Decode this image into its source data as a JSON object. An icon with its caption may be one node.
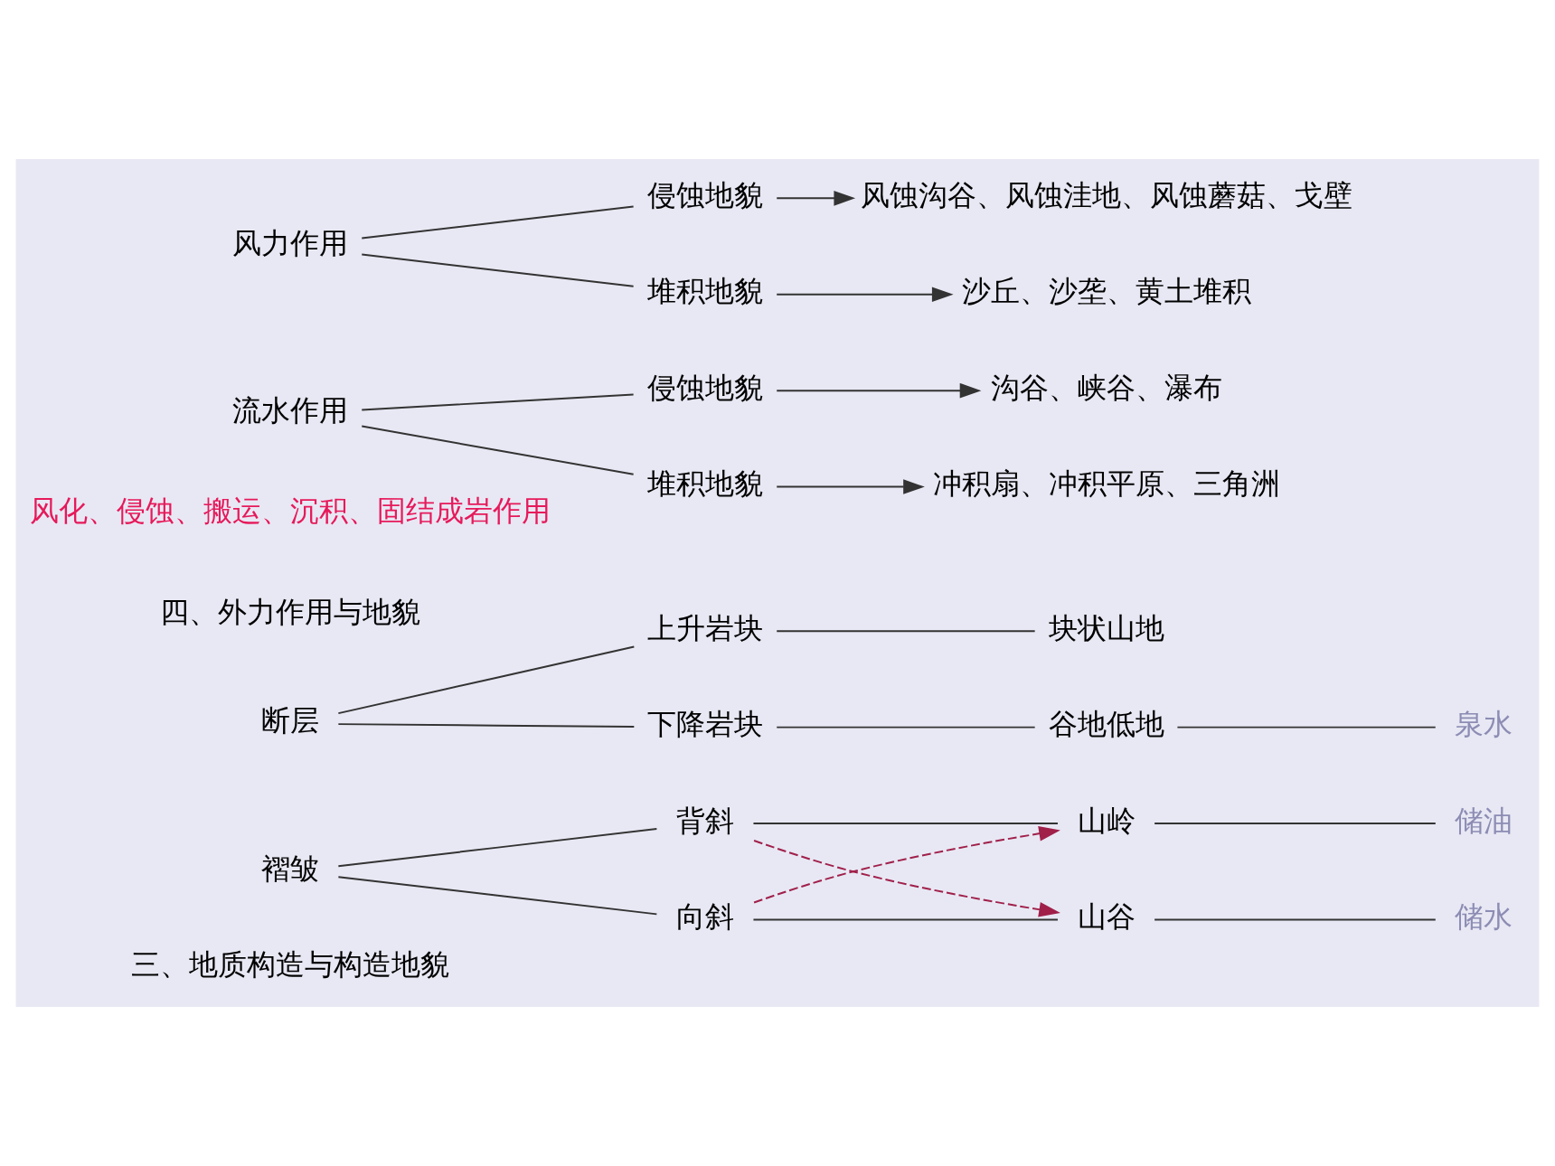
{
  "diagram": {
    "nodes": [
      {
        "text": [
          "褶皱"
        ]
      },
      {
        "text": [
          "背斜"
        ]
      },
      {
        "text": [
          "向斜"
        ]
      },
      {
        "text": [
          "山岭"
        ]
      },
      {
        "text": [
          "山谷"
        ]
      },
      {
        "text": [
          "储油"
        ]
      },
      {
        "text": [
          "储水"
        ]
      },
      {
        "text": [
          "断层"
        ]
      },
      {
        "text": [
          "上升岩块"
        ]
      },
      {
        "text": [
          "下降岩块"
        ]
      },
      {
        "text": [
          "块状山地"
        ]
      },
      {
        "text": [
          "谷地低地"
        ]
      },
      {
        "text": [
          "泉水"
        ]
      },
      {
        "text": [
          "流水作用"
        ]
      },
      {
        "text": [
          "侵蚀地貌"
        ]
      },
      {
        "text": [
          "堆积地貌"
        ]
      },
      {
        "text": [
          "沟谷、峡谷、瀑布"
        ]
      },
      {
        "text": [
          "冲积扇、冲积平原、三角洲"
        ]
      },
      {
        "text": [
          "风力作用"
        ]
      },
      {
        "text": [
          "侵蚀地貌"
        ]
      },
      {
        "text": [
          "堆积地貌"
        ]
      },
      {
        "text": [
          "风蚀沟谷、风蚀洼地、风蚀蘑菇、戈壁"
        ]
      },
      {
        "text": [
          "沙丘、沙垄、黄土堆积"
        ]
      }
    ],
    "edges": [
      {
        "from": 0,
        "to": 1,
        "arrow": "none"
      },
      {
        "from": 0,
        "to": 2,
        "arrow": "none"
      },
      {
        "from": 1,
        "to": 3,
        "arrow": "none"
      },
      {
        "from": 2,
        "to": 4,
        "arrow": "none"
      },
      {
        "from": 1,
        "to": 4,
        "arrow": "to",
        "style": "dashed",
        "color": "#a0204a"
      },
      {
        "from": 2,
        "to": 3,
        "arrow": "to",
        "style": "dashed",
        "color": "#a0204a"
      },
      {
        "from": 3,
        "to": 5,
        "arrow": "none"
      },
      {
        "from": 4,
        "to": 6,
        "arrow": "none"
      },
      {
        "from": 7,
        "to": 8,
        "arrow": "none"
      },
      {
        "from": 7,
        "to": 9,
        "arrow": "none"
      },
      {
        "from": 8,
        "to": 10,
        "arrow": "none"
      },
      {
        "from": 9,
        "to": 11,
        "arrow": "none"
      },
      {
        "from": 11,
        "to": 12,
        "arrow": "none"
      },
      {
        "from": 13,
        "to": 14,
        "arrow": "none"
      },
      {
        "from": 13,
        "to": 15,
        "arrow": "none"
      },
      {
        "from": 14,
        "to": 16,
        "arrow": "to"
      },
      {
        "from": 15,
        "to": 17,
        "arrow": "to"
      },
      {
        "from": 18,
        "to": 19,
        "arrow": "none"
      },
      {
        "from": 18,
        "to": 20,
        "arrow": "none"
      },
      {
        "from": 19,
        "to": 21,
        "arrow": "to"
      },
      {
        "from": 20,
        "to": 22,
        "arrow": "to"
      }
    ],
    "labels": [
      "三、地质构造与构造地貌",
      "四、外力作用与地貌",
      "风化、侵蚀、搬运、沉积、固结成岩作用"
    ]
  }
}
